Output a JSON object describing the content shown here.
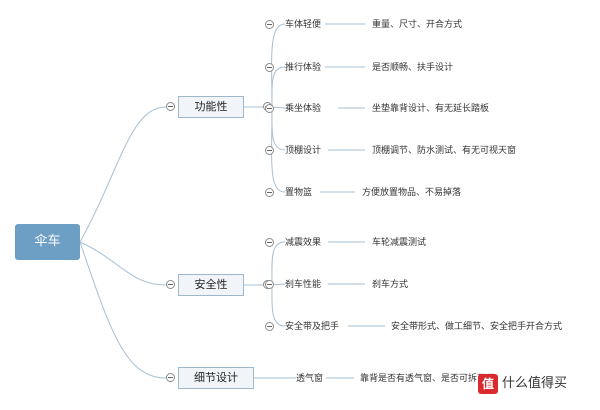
{
  "root": "伞车",
  "branches": [
    {
      "label": "功能性",
      "children": [
        {
          "label": "车体轻便",
          "detail": "重量、尺寸、开合方式"
        },
        {
          "label": "推行体验",
          "detail": "是否顺畅、扶手设计"
        },
        {
          "label": "乘坐体验",
          "detail": "坐垫靠背设计、有无延长踏板"
        },
        {
          "label": "顶棚设计",
          "detail": "顶棚调节、防水测试、有无可视天窗"
        },
        {
          "label": "置物篮",
          "detail": "方便放置物品、不易掉落"
        }
      ]
    },
    {
      "label": "安全性",
      "children": [
        {
          "label": "减震效果",
          "detail": "车轮减震测试"
        },
        {
          "label": "刹车性能",
          "detail": "刹车方式"
        },
        {
          "label": "安全带及把手",
          "detail": "安全带形式、做工细节、安全把手开合方式"
        }
      ]
    },
    {
      "label": "细节设计",
      "children": [
        {
          "label": "透气窗",
          "detail": "靠背是否有透气窗、是否可拆可用"
        }
      ]
    }
  ],
  "watermark": {
    "icon": "值",
    "text": "什么值得买"
  }
}
